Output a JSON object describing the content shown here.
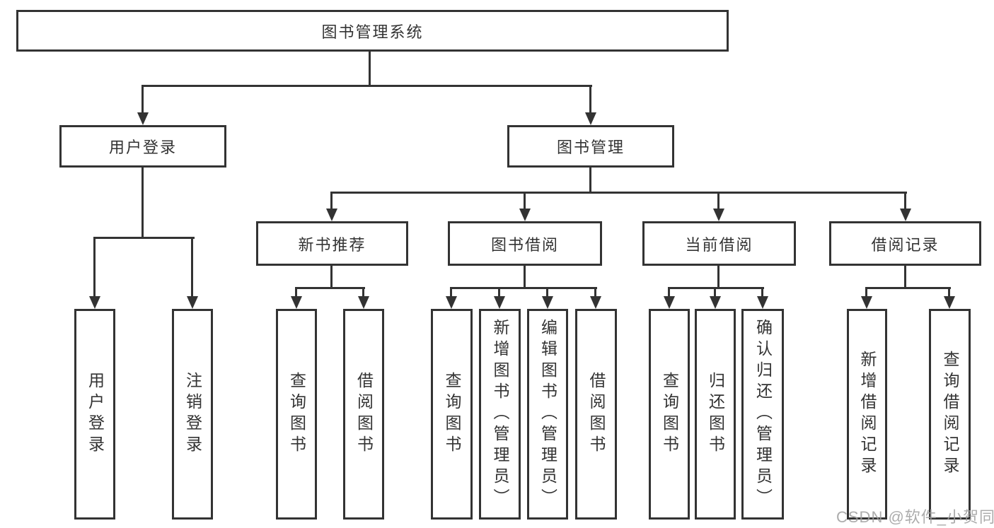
{
  "tree": {
    "root": {
      "label": "图书管理系统"
    },
    "user_login": {
      "label": "用户登录",
      "children": [
        {
          "label": "用户登录"
        },
        {
          "label": "注销登录"
        }
      ]
    },
    "book_mgmt": {
      "label": "图书管理",
      "children": [
        {
          "label": "新书推荐",
          "children": [
            {
              "label": "查询图书"
            },
            {
              "label": "借阅图书"
            }
          ]
        },
        {
          "label": "图书借阅",
          "children": [
            {
              "label": "查询图书"
            },
            {
              "label": "新增图书（管理员）"
            },
            {
              "label": "编辑图书（管理员）"
            },
            {
              "label": "借阅图书"
            }
          ]
        },
        {
          "label": "当前借阅",
          "children": [
            {
              "label": "查询图书"
            },
            {
              "label": "归还图书"
            },
            {
              "label": "确认归还（管理员）"
            }
          ]
        },
        {
          "label": "借阅记录",
          "children": [
            {
              "label": "新增借阅记录"
            },
            {
              "label": "查询借阅记录"
            }
          ]
        }
      ]
    }
  },
  "watermark": {
    "text": "CSDN @软件_小贺同学"
  },
  "colors": {
    "line": "#333333",
    "text": "#333333",
    "watermark": "#9e9e9e",
    "background": "#ffffff"
  }
}
